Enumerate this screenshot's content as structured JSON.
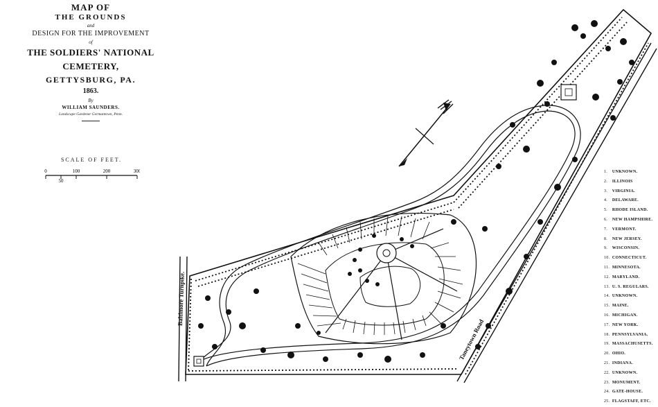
{
  "title": {
    "line1": "MAP OF",
    "line2": "THE GROUNDS",
    "line3": "and",
    "line4": "DESIGN FOR THE IMPROVEMENT",
    "line5": "of",
    "line6": "THE SOLDIERS' NATIONAL CEMETERY,",
    "line7": "GETTYSBURG, PA.",
    "year": "1863.",
    "by": "By",
    "author": "WILLIAM SAUNDERS.",
    "author_subtitle": "Landscape Gardener Germantown, Penn."
  },
  "scale": {
    "title": "SCALE OF FEET.",
    "ticks": [
      "0",
      "50",
      "100",
      "200",
      "300"
    ]
  },
  "roads": {
    "left": "Baltimore Turnpike.",
    "right": "Taneytown Road"
  },
  "legend": [
    {
      "num": "1.",
      "label": "UNKNOWN."
    },
    {
      "num": "2.",
      "label": "ILLINOIS"
    },
    {
      "num": "3.",
      "label": "VIRGINIA."
    },
    {
      "num": "4.",
      "label": "DELAWARE."
    },
    {
      "num": "5.",
      "label": "RHODE ISLAND."
    },
    {
      "num": "6.",
      "label": "NEW HAMPSHIRE."
    },
    {
      "num": "7.",
      "label": "VERMONT."
    },
    {
      "num": "8.",
      "label": "NEW JERSEY."
    },
    {
      "num": "9.",
      "label": "WISCONSIN."
    },
    {
      "num": "10.",
      "label": "CONNECTICUT."
    },
    {
      "num": "11.",
      "label": "MINNESOTA."
    },
    {
      "num": "12.",
      "label": "MARYLAND."
    },
    {
      "num": "13.",
      "label": "U. S. REGULARS."
    },
    {
      "num": "14.",
      "label": "UNKNOWN."
    },
    {
      "num": "15.",
      "label": "MAINE."
    },
    {
      "num": "16.",
      "label": "MICHIGAN."
    },
    {
      "num": "17.",
      "label": "NEW YORK."
    },
    {
      "num": "18.",
      "label": "PENNSYLVANIA."
    },
    {
      "num": "19.",
      "label": "MASSACHUSETTS."
    },
    {
      "num": "20.",
      "label": "OHIO."
    },
    {
      "num": "21.",
      "label": "INDIANA."
    },
    {
      "num": "22.",
      "label": "UNKNOWN."
    },
    {
      "num": "23.",
      "label": "MONUMENT."
    },
    {
      "num": "24.",
      "label": "GATE-HOUSE."
    },
    {
      "num": "25.",
      "label": "FLAGSTAFF, ETC."
    }
  ]
}
